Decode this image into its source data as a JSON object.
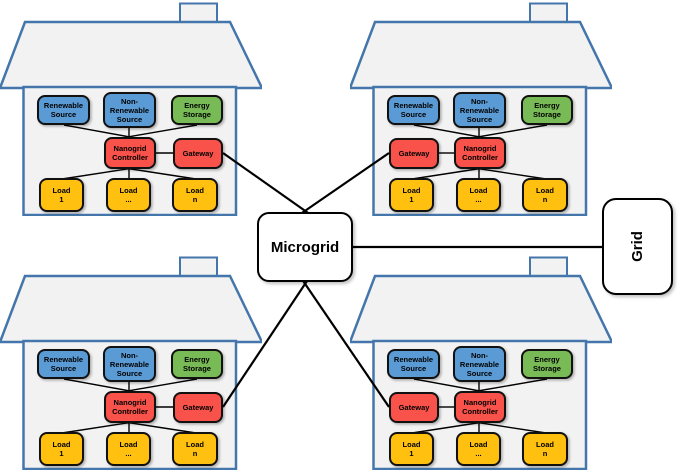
{
  "hub": {
    "label": "Microgrid"
  },
  "grid": {
    "label": "Grid"
  },
  "house_components": {
    "renewable_source": "Renewable\nSource",
    "non_renewable_source": "Non-\nRenewable\nSource",
    "energy_storage": "Energy\nStorage",
    "nanogrid_controller": "Nanogrid\nController",
    "gateway": "Gateway",
    "load_1": "Load\n1",
    "load_dots": "Load\n...",
    "load_n": "Load\nn"
  },
  "houses": [
    {
      "position": "top-left",
      "gateway_side": "right"
    },
    {
      "position": "top-right",
      "gateway_side": "left"
    },
    {
      "position": "bottom-left",
      "gateway_side": "right"
    },
    {
      "position": "bottom-right",
      "gateway_side": "left"
    }
  ],
  "colors": {
    "source-fill": "#5B9BD5",
    "storage-fill": "#78BA55",
    "controller-fill": "#F8524A",
    "load-fill": "#FFC010",
    "house-fill": "#F2F2F2",
    "house-stroke": "#4476AC",
    "connector": "#000000",
    "box-border": "#111111"
  }
}
